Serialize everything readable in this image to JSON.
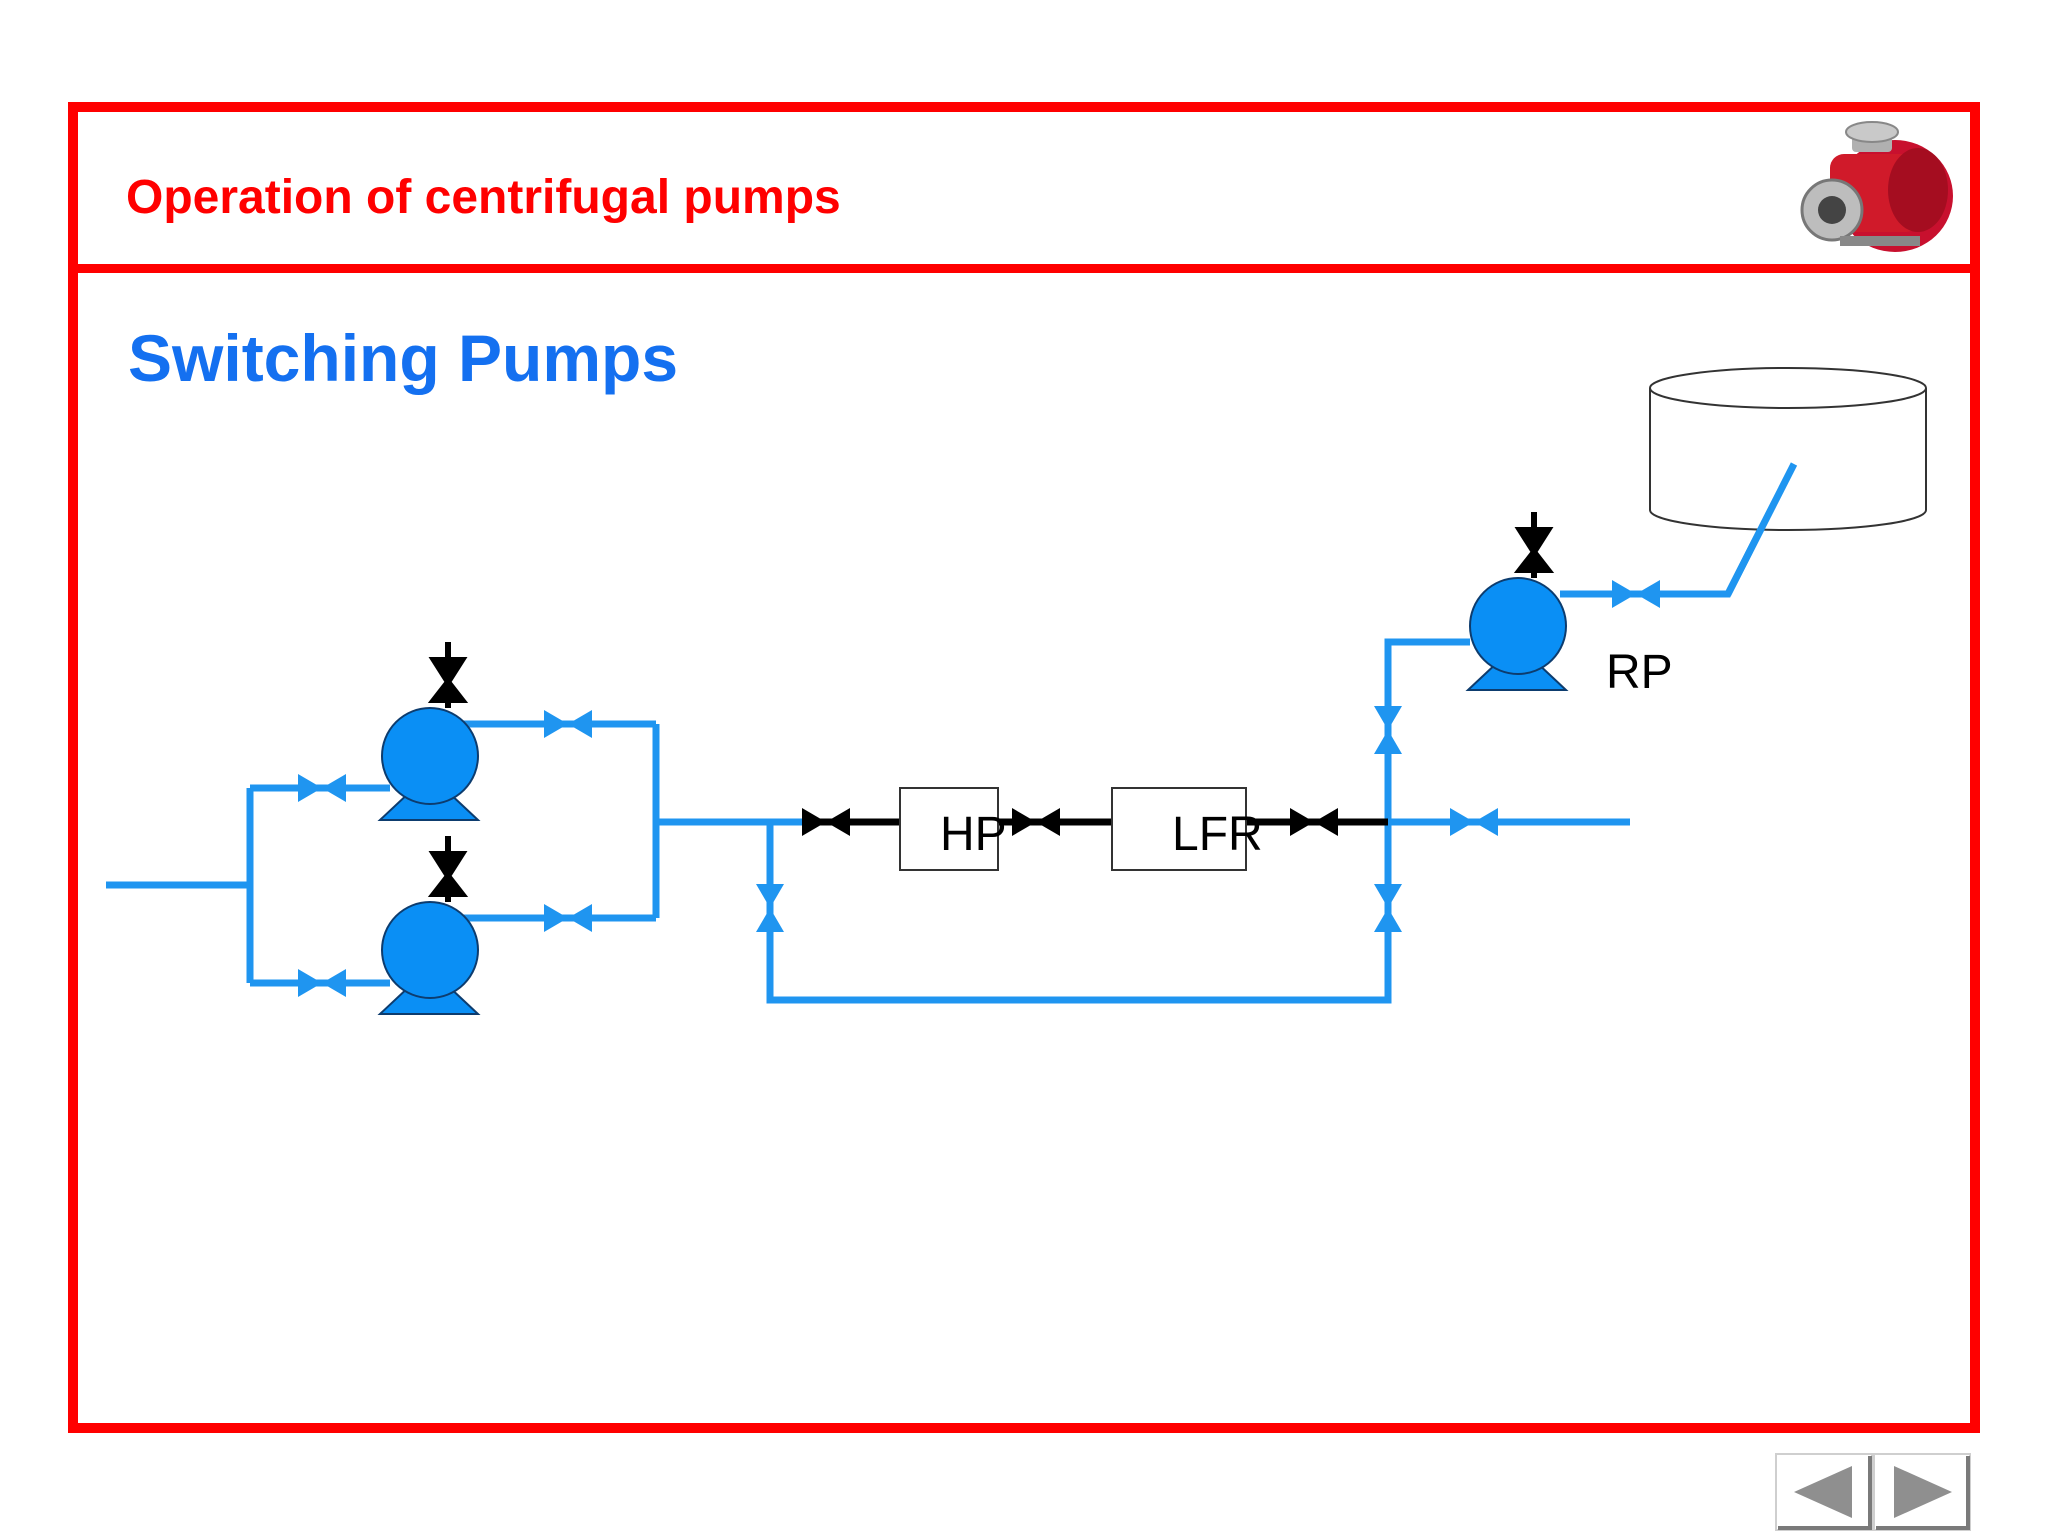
{
  "header": {
    "title": "Operation of centrifugal pumps"
  },
  "slide": {
    "title": "Switching Pumps"
  },
  "diagram": {
    "labels": {
      "hp": "HP",
      "lfr": "LFR",
      "rp": "RP"
    },
    "colors": {
      "pipe": "#1f95f0",
      "pump": "#0a8ff5",
      "frame": "#ff0000",
      "valve_dark": "#000000"
    }
  },
  "navigation": {
    "prev_icon": "triangle-left-icon",
    "next_icon": "triangle-right-icon"
  },
  "logo": {
    "icon": "centrifugal-pump-photo-icon"
  }
}
